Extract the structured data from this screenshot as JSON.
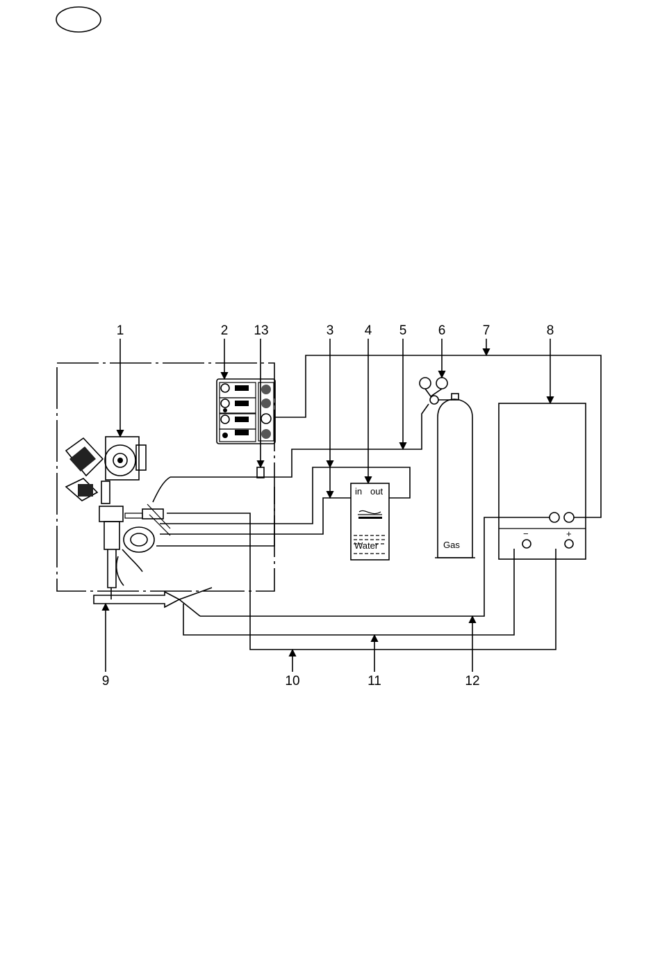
{
  "callouts": {
    "c1": "1",
    "c2": "2",
    "c13": "13",
    "c3": "3",
    "c4": "4",
    "c5": "5",
    "c6": "6",
    "c7": "7",
    "c8": "8",
    "c9": "9",
    "c10": "10",
    "c11": "11",
    "c12": "12"
  },
  "cooler": {
    "in_label": "in",
    "out_label": "out",
    "tank_label": "Water"
  },
  "gas_cylinder": {
    "label": "Gas"
  },
  "power_source": {
    "minus_label": "−",
    "plus_label": "+"
  }
}
